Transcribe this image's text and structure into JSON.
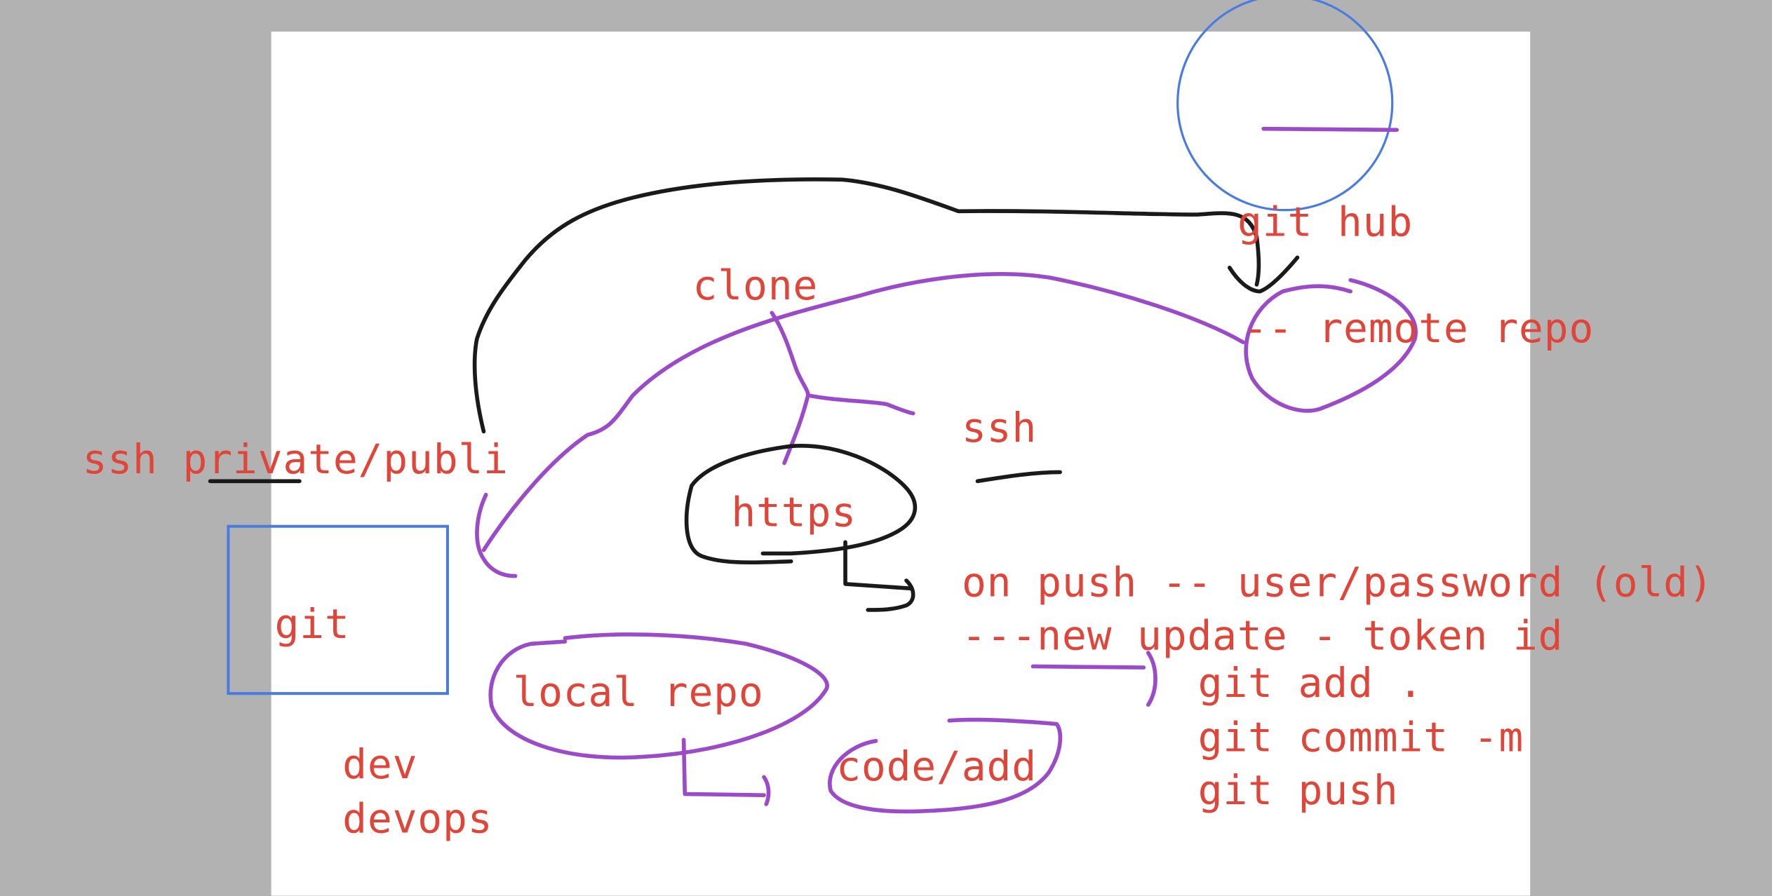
{
  "colors": {
    "background": "#b2b2b2",
    "canvas": "#ffffff",
    "text": "#e0453a",
    "purple_ink": "#9b4ac8",
    "black_ink": "#1a1a1a",
    "blue_ink": "#4a7be0"
  },
  "labels": {
    "git_hub": "git hub",
    "remote_repo": "-- remote repo",
    "clone": "clone",
    "ssh": "ssh",
    "https": "https",
    "ssh_keys": "ssh private/publi",
    "git": "git",
    "local_repo": "local repo",
    "dev": "dev",
    "devops": "devops",
    "code_add": "code/add",
    "on_push": "on push -- user/password (old)",
    "new_update": "---new update - token id",
    "cmd_add": "git add .",
    "cmd_commit": "git commit -m",
    "cmd_push": "git push"
  }
}
